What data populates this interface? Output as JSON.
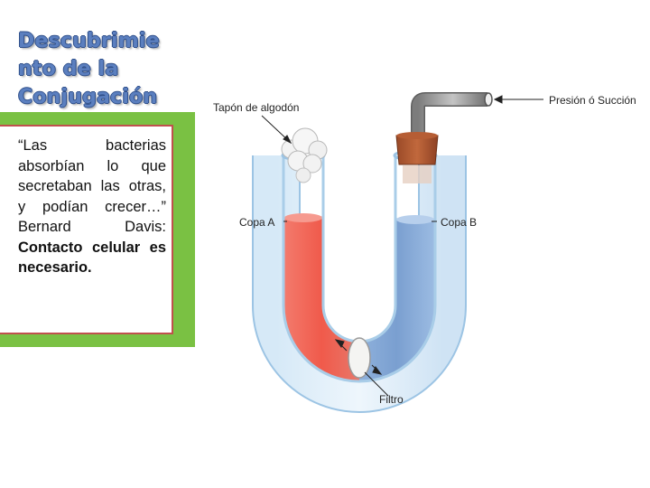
{
  "slide": {
    "title_lines": [
      "Descubrimie",
      "nto de la",
      "Conjugación"
    ],
    "quote": "“Las bacterias absorbían lo que secretaban las otras, y podían crecer…”",
    "author": "Bernard Davis:",
    "conclusion": "Contacto celular es necesario."
  },
  "diagram": {
    "labels": {
      "cotton_plug": "Tapón de algodón",
      "pressure": "Presión ó Succión",
      "cup_a": "Copa A",
      "cup_b": "Copa B",
      "filter": "Filtro"
    }
  },
  "colors": {
    "title": "#5b7fbf",
    "green_box": "#7ac143",
    "panel_border": "#c0504d",
    "red_liquid": "#f06455",
    "blue_liquid": "#7ea3d3"
  }
}
